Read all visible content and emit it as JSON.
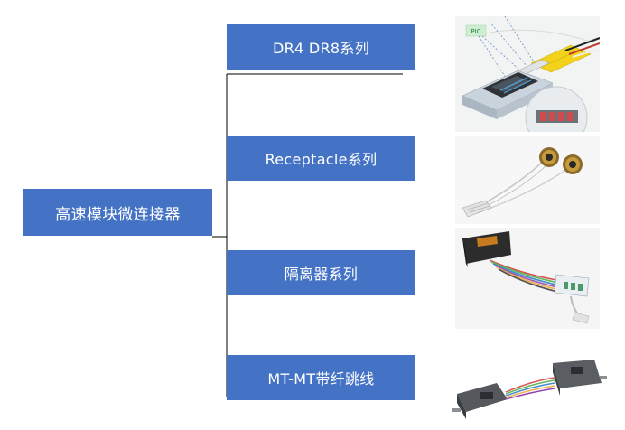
{
  "root": {
    "label": "高速模块微连接器"
  },
  "items": [
    {
      "label": "DR4 DR8系列",
      "photo_tag": "PIC"
    },
    {
      "label": "Receptacle系列"
    },
    {
      "label": "隔离器系列"
    },
    {
      "label": "MT-MT带纤跳线"
    }
  ],
  "colors": {
    "box_fill": "#4472c4",
    "box_text": "#ffffff",
    "connector_line": "#000000"
  }
}
